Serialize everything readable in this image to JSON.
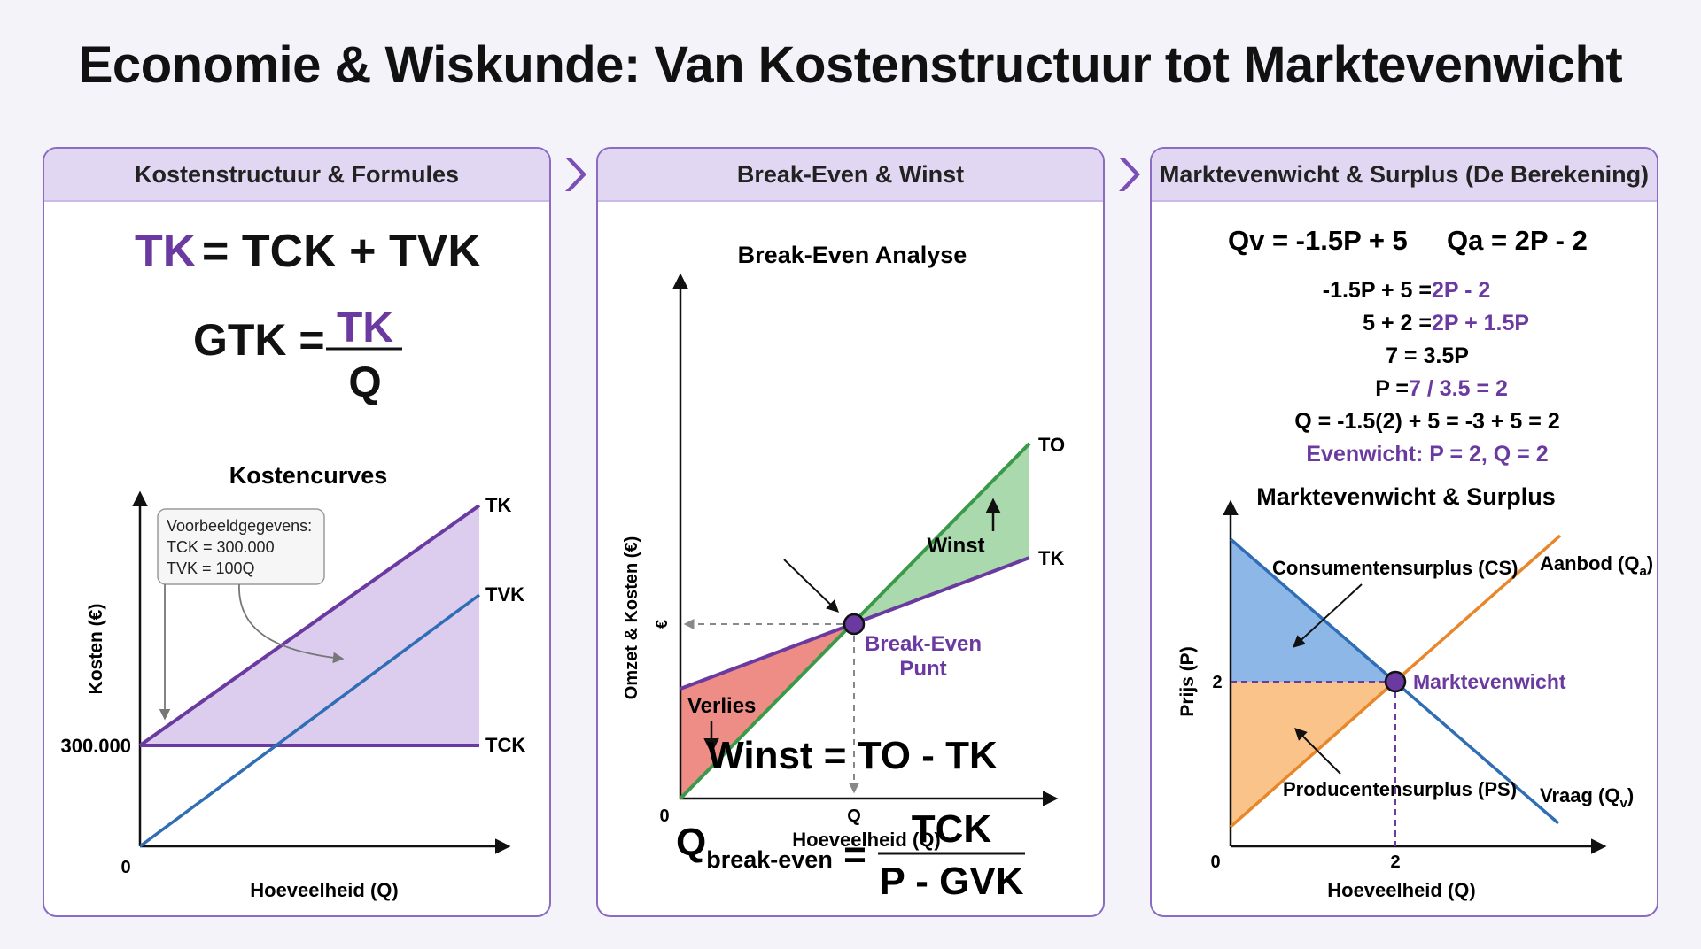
{
  "title": "Economie & Wiskunde: Van Kostenstructuur tot Marktevenwicht",
  "colors": {
    "purple": "#6a3aa0",
    "blue": "#2f6db5",
    "green": "#3a9a4a",
    "orange": "#e8862a",
    "loss_fill": "#ee8d86",
    "win_fill": "#a9d9ac",
    "cost_fill": "#dccdee",
    "cs_fill": "#8cb7e6",
    "ps_fill": "#f9c38a"
  },
  "panel1": {
    "header": "Kostenstructuur & Formules",
    "formula1": {
      "lhs": "TK",
      "rhs": "= TCK + TVK"
    },
    "formula2": {
      "lhs": "GTK =",
      "num": "TK",
      "den": "Q"
    },
    "chart_title": "Kostencurves",
    "ylabel": "Kosten (€)",
    "xlabel": "Hoeveelheid (Q)",
    "origin": "0",
    "y_tick": "300.000",
    "labels": {
      "tk": "TK",
      "tvk": "TVK",
      "tck": "TCK"
    },
    "callout": [
      "Voorbeeldgegevens:",
      "TCK = 300.000",
      "TVK = 100Q"
    ]
  },
  "panel2": {
    "header": "Break-Even & Winst",
    "chart_title": "Break-Even Analyse",
    "ylabel": "Omzet & Kosten (€)",
    "xlabel": "Hoeveelheid (Q)",
    "origin": "0",
    "x_tick": "Q",
    "y_tick": "€",
    "labels": {
      "to": "TO",
      "tk": "TK",
      "winst": "Winst",
      "verlies": "Verlies",
      "be1": "Break-Even",
      "be2": "Punt"
    },
    "formula1": "Winst = TO - TK",
    "formula2": {
      "lhs": "Q",
      "sub": "break-even",
      "eq": "=",
      "num": "TCK",
      "den": "P - GVK"
    }
  },
  "panel3": {
    "header": "Marktevenwicht & Surplus (De Berekening)",
    "eq_qv": "Qv = -1.5P + 5",
    "eq_qa": "Qa = 2P - 2",
    "steps": [
      {
        "a": "-1.5P + 5 = ",
        "b": "2P - 2"
      },
      {
        "a": "5 + 2 = ",
        "b": "2P + 1.5P"
      },
      {
        "a": "7 = 3.5P",
        "b": ""
      },
      {
        "a": "P = ",
        "b": "7 / 3.5 = 2"
      },
      {
        "a": "Q = -1.5(2) + 5 = -3 + 5 = 2",
        "b": ""
      },
      {
        "a": "",
        "b": "Evenwicht: P = 2, Q = 2"
      }
    ],
    "chart_title": "Marktevenwicht & Surplus",
    "ylabel": "Prijs (P)",
    "xlabel": "Hoeveelheid (Q)",
    "origin": "0",
    "x_tick": "2",
    "y_tick": "2",
    "labels": {
      "cs": "Consumentensurplus (CS)",
      "ps": "Producentensurplus (PS)",
      "eq": "Marktevenwicht",
      "supply": "Aanbod (Q",
      "supply_sub": "a",
      "demand": "Vraag (Q",
      "demand_sub": "v",
      "close": ")"
    }
  }
}
